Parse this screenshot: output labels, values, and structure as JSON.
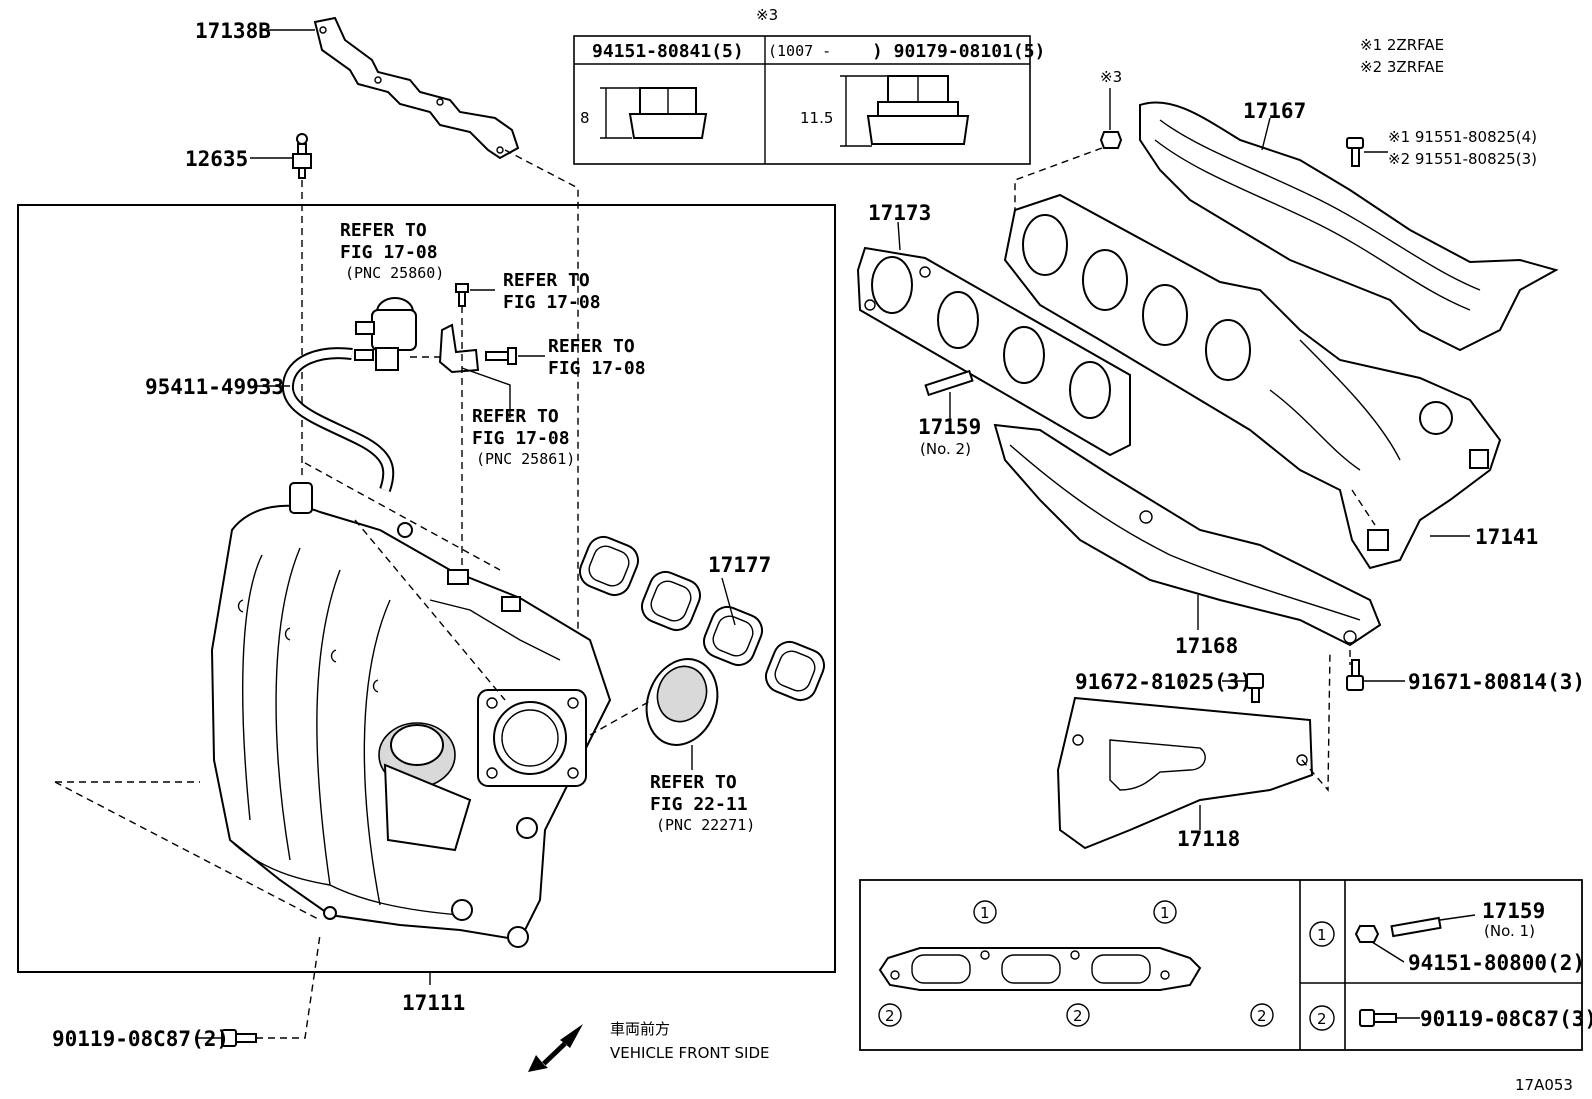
{
  "note_mark": "※3",
  "nut_table": {
    "col1_header": "94151-80841(5)",
    "col2_header_prefix": "(1007 -",
    "col2_header_part": ") 90179-08101(5)",
    "col1_dim": "8",
    "col2_dim": "11.5"
  },
  "legend": {
    "line1": "※1 2ZRFAE",
    "line2": "※2 3ZRFAE"
  },
  "labels": {
    "p17138B": "17138B",
    "p12635": "12635",
    "p95411": "95411-49933",
    "refer1_l1": "REFER TO",
    "refer1_l2": "FIG 17-08",
    "refer1_l3": "(PNC 25860)",
    "refer2_l1": "REFER TO",
    "refer2_l2": "FIG 17-08",
    "refer3_l1": "REFER TO",
    "refer3_l2": "FIG 17-08",
    "refer4_l1": "REFER TO",
    "refer4_l2": "FIG 17-08",
    "refer4_l3": "(PNC 25861)",
    "p17177": "17177",
    "refer5_l1": "REFER TO",
    "refer5_l2": "FIG 22-11",
    "refer5_l3": "(PNC 22271)",
    "p17111": "17111",
    "p90119_left": "90119-08C87(2)",
    "vehicle_front_jp": "車両前方",
    "vehicle_front_en": "VEHICLE FRONT SIDE",
    "nut_mark": "※3",
    "p17167": "17167",
    "bolt1": "※1 91551-80825(4)",
    "bolt2": "※2 91551-80825(3)",
    "p17173": "17173",
    "p17159_top": "17159",
    "p17159_top_sub": "(No. 2)",
    "p17141": "17141",
    "p17168": "17168",
    "p91672": "91672-81025(3)",
    "p91671": "91671-80814(3)",
    "p17118": "17118",
    "gasket_c1a": "1",
    "gasket_c1b": "1",
    "gasket_c2a": "2",
    "gasket_c2b": "2",
    "gasket_c2c": "2",
    "table_c1": "1",
    "table_c2": "2",
    "p17159_box": "17159",
    "p17159_box_sub": "(No. 1)",
    "p94151": "94151-80800(2)",
    "p90119_right": "90119-08C87(3)",
    "figure_id": "17A053"
  }
}
